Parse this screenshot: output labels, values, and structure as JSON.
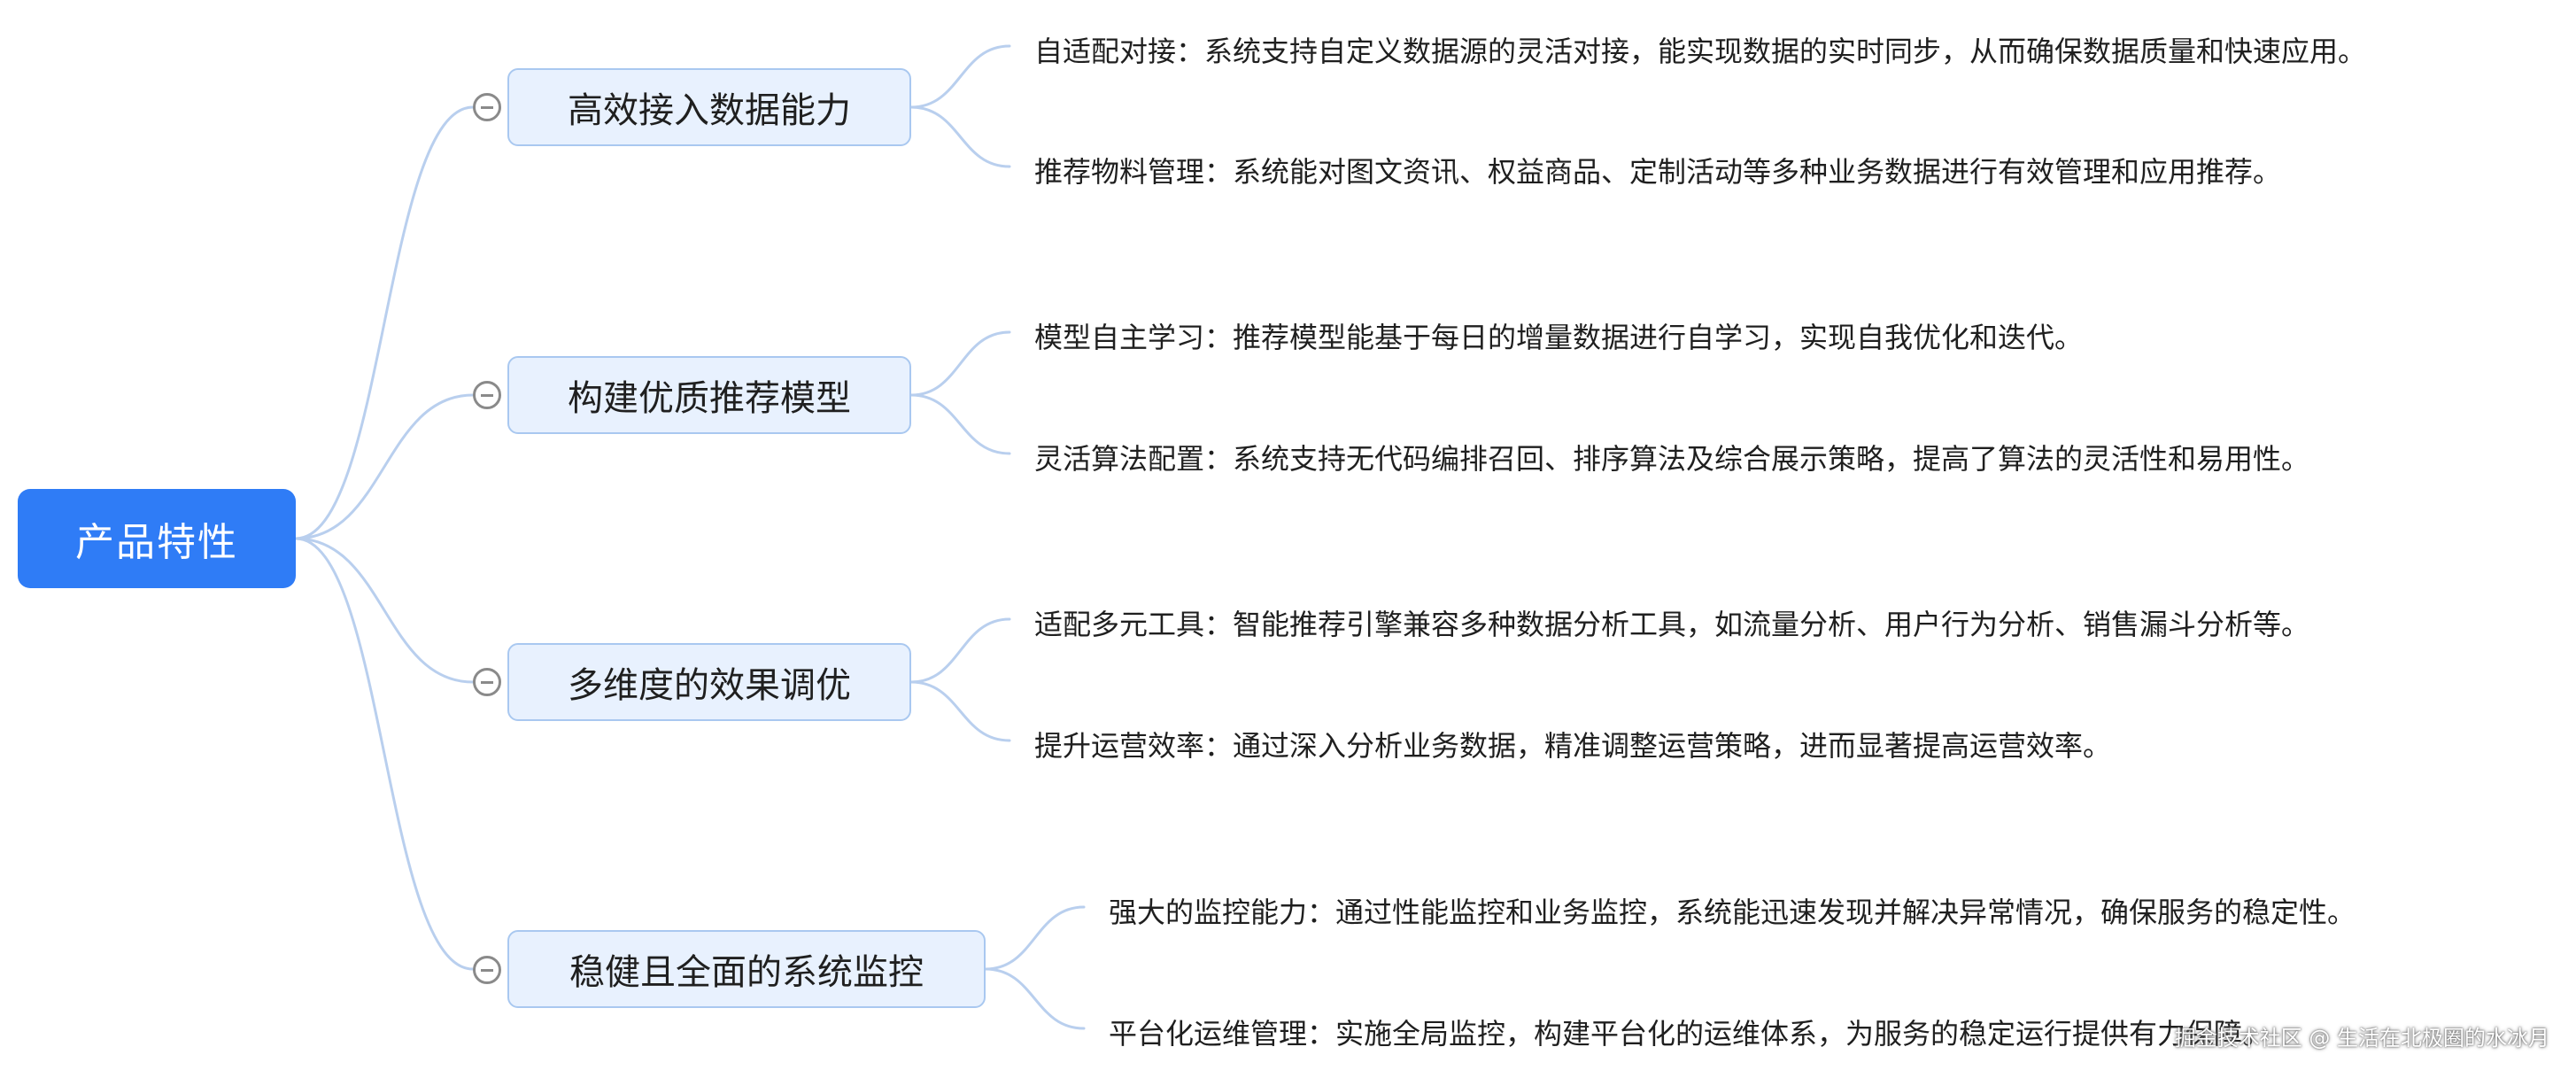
{
  "colors": {
    "root_fill": "#2f7cf6",
    "branch_fill": "#e8f1fe",
    "branch_border": "#a9c8f0",
    "connector": "#b9cfee"
  },
  "root": {
    "label": "产品特性"
  },
  "branches": [
    {
      "label": "高效接入数据能力",
      "collapse_icon": "minus-circle-icon",
      "leaves": [
        "自适配对接：系统支持自定义数据源的灵活对接，能实现数据的实时同步，从而确保数据质量和快速应用。",
        "推荐物料管理：系统能对图文资讯、权益商品、定制活动等多种业务数据进行有效管理和应用推荐。"
      ]
    },
    {
      "label": "构建优质推荐模型",
      "collapse_icon": "minus-circle-icon",
      "leaves": [
        "模型自主学习：推荐模型能基于每日的增量数据进行自学习，实现自我优化和迭代。",
        "灵活算法配置：系统支持无代码编排召回、排序算法及综合展示策略，提高了算法的灵活性和易用性。"
      ]
    },
    {
      "label": "多维度的效果调优",
      "collapse_icon": "minus-circle-icon",
      "leaves": [
        "适配多元工具：智能推荐引擎兼容多种数据分析工具，如流量分析、用户行为分析、销售漏斗分析等。",
        "提升运营效率：通过深入分析业务数据，精准调整运营策略，进而显著提高运营效率。"
      ]
    },
    {
      "label": "稳健且全面的系统监控",
      "collapse_icon": "minus-circle-icon",
      "leaves": [
        "强大的监控能力：通过性能监控和业务监控，系统能迅速发现并解决异常情况，确保服务的稳定性。",
        "平台化运维管理：实施全局监控，构建平台化的运维体系，为服务的稳定运行提供有力保障。"
      ]
    }
  ],
  "watermark": "掘金技术社区 @ 生活在北极圈的水冰月"
}
